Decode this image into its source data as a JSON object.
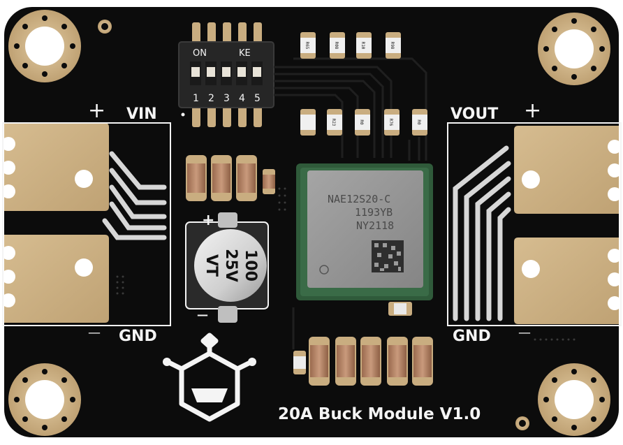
{
  "board": {
    "title": "20A Buck Module V1.0",
    "vin_label": "VIN",
    "vout_label": "VOUT",
    "gnd_left_label": "GND",
    "gnd_right_label": "GND",
    "plus_sign": "+",
    "minus_sign": "—"
  },
  "dip_switch": {
    "on_label": "ON",
    "ke_label": "KE",
    "positions": [
      "1",
      "2",
      "3",
      "4",
      "5"
    ]
  },
  "module_chip": {
    "line1": "NAE12S20-C",
    "line2": "1193YB",
    "line3": "NY2118"
  },
  "capacitor": {
    "line1": "100",
    "line2": "25V",
    "line3": "VT",
    "plus_mark": "+",
    "minus_mark": "—"
  },
  "resistors": {
    "top": [
      "R65",
      "R08",
      "R10",
      "R98"
    ],
    "middle": [
      "",
      "R23",
      "R0",
      "R76",
      "R0"
    ]
  },
  "colors": {
    "pcb": "#0c0c0c",
    "gold": "#c9ad80",
    "silkscreen": "#f4f4f4",
    "module_green": "#2f5a3a",
    "module_body": "#8f8f8f"
  }
}
